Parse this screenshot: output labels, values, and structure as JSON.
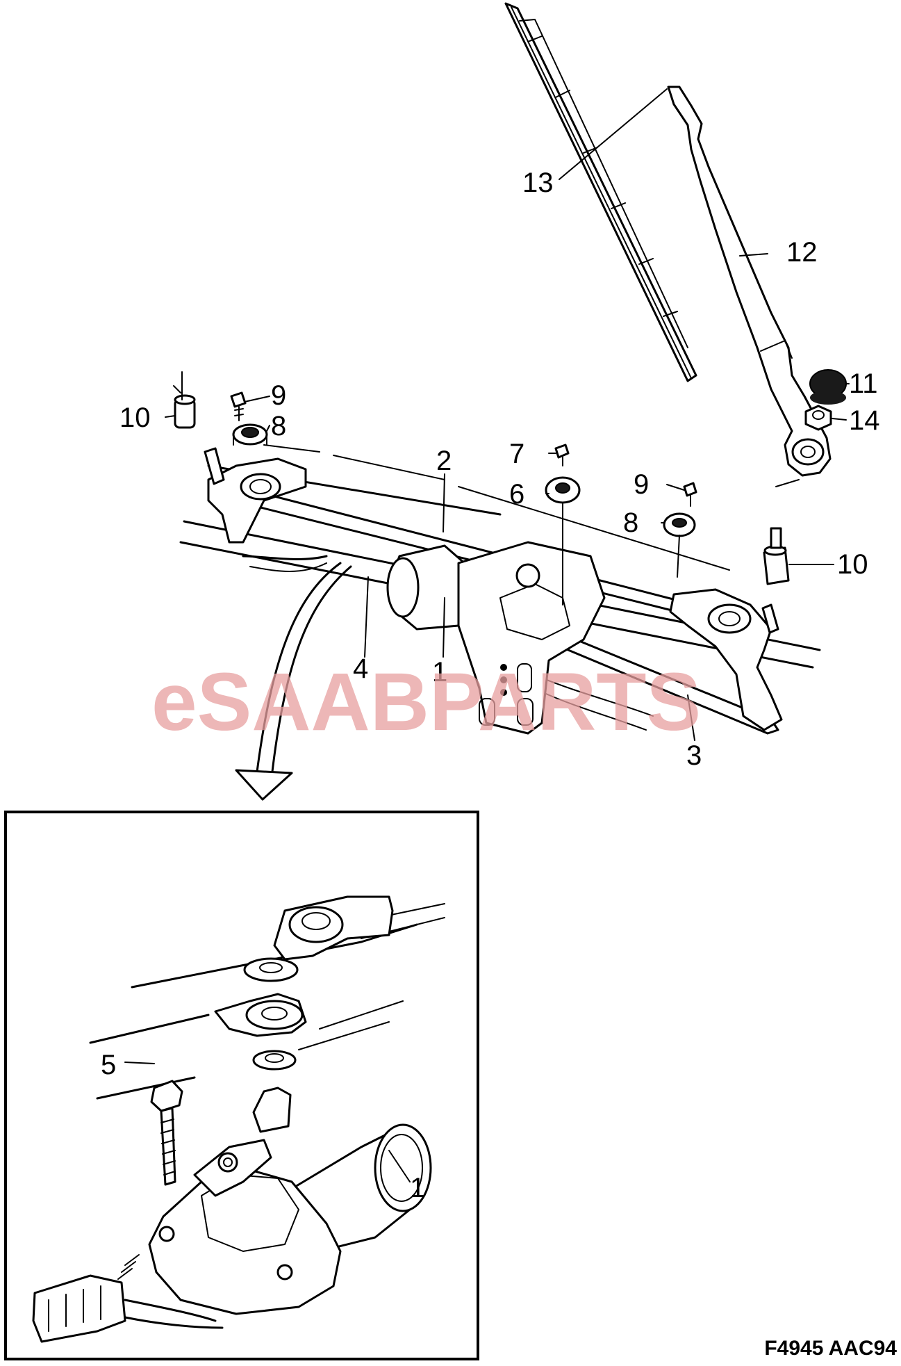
{
  "watermark": "eSAABPARTS",
  "figure_code": "F4945 AAC94",
  "callouts": {
    "c1_main": "1",
    "c1_inset": "1",
    "c2": "2",
    "c3": "3",
    "c4": "4",
    "c5": "5",
    "c6": "6",
    "c7": "7",
    "c8_left": "8",
    "c8_right": "8",
    "c9_left": "9",
    "c9_right": "9",
    "c10_left": "10",
    "c10_right": "10",
    "c11": "11",
    "c12": "12",
    "c13": "13",
    "c14": "14"
  }
}
